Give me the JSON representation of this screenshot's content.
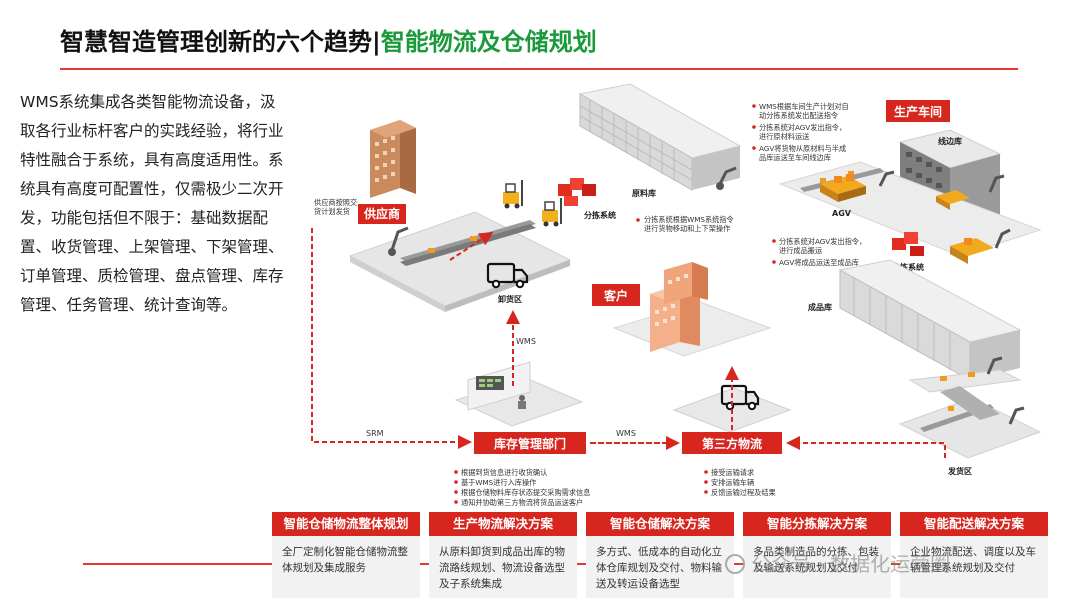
{
  "header": {
    "title_main": "智慧智造管理创新的六个趋势|",
    "title_accent": "智能物流及仓储规划"
  },
  "intro": {
    "text": "WMS系统集成各类智能物流设备，汲取各行业标杆客户的实践经验，将行业特性融合于系统，具有高度适用性。系统具有高度可配置性，仅需极少二次开发，功能包括但不限于：基础数据配置、收货管理、上架管理、下架管理、订单管理、质检管理、盘点管理、库存管理、任务管理、统计查询等。"
  },
  "diagram": {
    "supplier_label": "供应商",
    "supplier_note": [
      "供应商按照交",
      "货计划发货"
    ],
    "unloading_area": "卸货区",
    "raw_material_store": "原料库",
    "sorting_system_1": "分拣系统",
    "sorting_note_1": [
      "分拣系统根据WMS系统指令",
      "进行货物移动和上下架操作"
    ],
    "workshop_label": "生产车间",
    "workshop_notes": [
      "WMS根据车间生产计划对自",
      "动分拣系统发出配送指令",
      "分拣系统对AGV发出指令，",
      "进行原材料运送",
      "AGV将货物从原材料与半成",
      "品库运送至车间线边库"
    ],
    "line_side_store": "线边库",
    "agv_label": "AGV",
    "sorting_notes_2": [
      "分拣系统对AGV发出指令，",
      "进行成品搬运",
      "AGV将成品运送至成品库"
    ],
    "sorting_system_2": "分拣系统",
    "customer_label": "客户",
    "finished_store": "成品库",
    "wms_label_1": "WMS",
    "srm_label": "SRM",
    "wms_label_2": "WMS",
    "inventory_dept": "库存管理部门",
    "third_party": "第三方物流",
    "shipping_area": "发货区",
    "inventory_notes": [
      "根据到货信息进行收货确认",
      "基于WMS进行入库操作",
      "根据仓储物料库存状态提交采购需求信息",
      "通知并协助第三方物流将货品运送客户"
    ],
    "third_party_notes": [
      "接受运输请求",
      "安排运输车辆",
      "反馈运输过程及结果"
    ]
  },
  "cards": [
    {
      "title": "智能仓储物流整体规划",
      "body": "全厂定制化智能仓储物流整体规划及集成服务"
    },
    {
      "title": "生产物流解决方案",
      "body": "从原料卸货到成品出库的物流路线规划、物流设备选型及子系统集成"
    },
    {
      "title": "智能仓储解决方案",
      "body": "多方式、低成本的自动化立体仓库规划及交付、物料输送及转运设备选型"
    },
    {
      "title": "智能分拣解决方案",
      "body": "多品类制造品的分拣、包装及输送系统规划及交付"
    },
    {
      "title": "智能配送解决方案",
      "body": "企业物流配送、调度以及车辆管理系统规划及交付"
    }
  ],
  "watermark": "公众号 · 数据化运营圈",
  "colors": {
    "accent_red": "#d7261e",
    "accent_green": "#1a9a3b",
    "rule_red": "#e23a2e"
  }
}
